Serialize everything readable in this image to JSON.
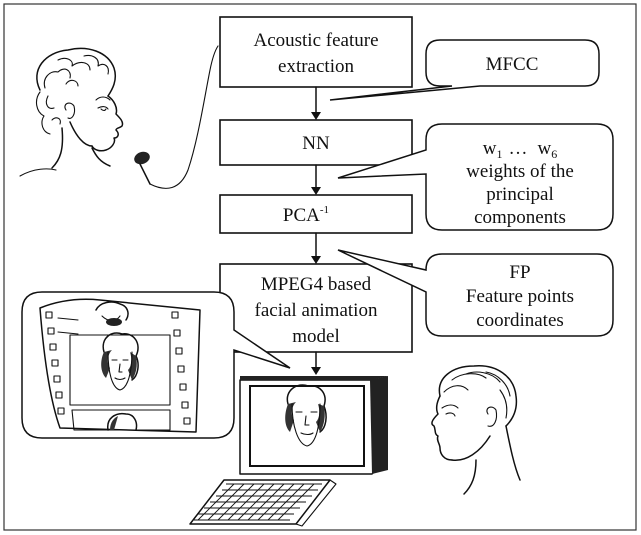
{
  "pipeline": {
    "acoustic_line1": "Acoustic feature",
    "acoustic_line2": "extraction",
    "nn": "NN",
    "pca": "PCA",
    "pca_sup": "-1",
    "mpeg_line1": "MPEG4 based",
    "mpeg_line2": "facial animation",
    "mpeg_line3": "model"
  },
  "callouts": {
    "mfcc": "MFCC",
    "w_first": "w",
    "w_first_sub": "1",
    "w_ellipsis": "…",
    "w_last": "w",
    "w_last_sub": "6",
    "weights_line1": "weights of the",
    "weights_line2": "principal",
    "weights_line3": "components",
    "fp": "FP",
    "fp_line1": "Feature points",
    "fp_line2": "coordinates"
  },
  "illustrations": {
    "speaker": "woman-speaking-into-microphone",
    "film": "film-strip-of-animated-faces",
    "computer": "computer-monitor-and-keyboard",
    "listener": "man-head-profile"
  }
}
